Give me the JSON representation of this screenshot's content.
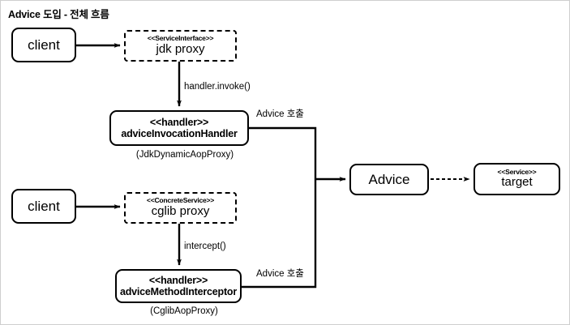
{
  "diagram": {
    "title": "Advice 도입 - 전체 흐름",
    "nodes": {
      "client_top": {
        "name": "client"
      },
      "jdk_proxy": {
        "stereotype": "<<ServiceInterface>>",
        "name": "jdk proxy"
      },
      "jdk_handler": {
        "stereotype": "<<handler>>",
        "name": "adviceInvocationHandler",
        "caption": "(JdkDynamicAopProxy)"
      },
      "client_bottom": {
        "name": "client"
      },
      "cglib_proxy": {
        "stereotype": "<<ConcreteService>>",
        "name": "cglib proxy"
      },
      "cglib_handler": {
        "stereotype": "<<handler>>",
        "name": "adviceMethodInterceptor",
        "caption": "(CglibAopProxy)"
      },
      "advice": {
        "name": "Advice"
      },
      "target": {
        "stereotype": "<<Service>>",
        "name": "target"
      }
    },
    "edges": {
      "client_to_jdk_proxy": {
        "label": ""
      },
      "jdk_proxy_to_handler": {
        "label": "handler.invoke()"
      },
      "jdk_handler_to_advice": {
        "label": "Advice 호출"
      },
      "client_to_cglib_proxy": {
        "label": ""
      },
      "cglib_proxy_to_handler": {
        "label": "intercept()"
      },
      "cglib_handler_to_advice": {
        "label": "Advice 호출"
      },
      "advice_to_target": {
        "label": "",
        "style": "dashed"
      }
    },
    "colors": {
      "stroke": "#000000",
      "background": "#ffffff",
      "frame_border": "#cfcfcf"
    }
  }
}
